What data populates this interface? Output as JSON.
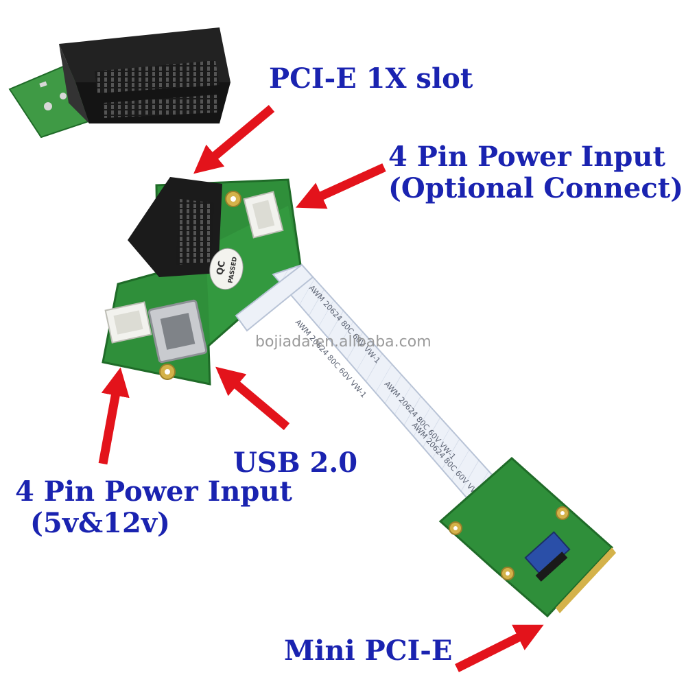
{
  "labels": {
    "pcie_slot": "PCI-E 1X slot",
    "power_optional_line1": "4 Pin Power Input",
    "power_optional_line2": "(Optional Connect)",
    "usb": "USB 2.0",
    "power_main_line1": "4 Pin Power Input",
    "power_main_line2": "(5v&12v)",
    "mini_pcie": "Mini PCI-E"
  },
  "board_marks": {
    "qc": "QC",
    "passed": "PASSED"
  },
  "cable_print": "AWM 20624 80C 60V VW-1",
  "watermark": "bojiada.en.alibaba.com",
  "colors": {
    "label": "#1a23b0",
    "arrow": "#e3131b",
    "pcb": "#2f8f3a",
    "pcb_edge": "#1f6b28",
    "connector": "#1d1d1d",
    "cable": "#e9eef6",
    "gold": "#d4b24a"
  }
}
